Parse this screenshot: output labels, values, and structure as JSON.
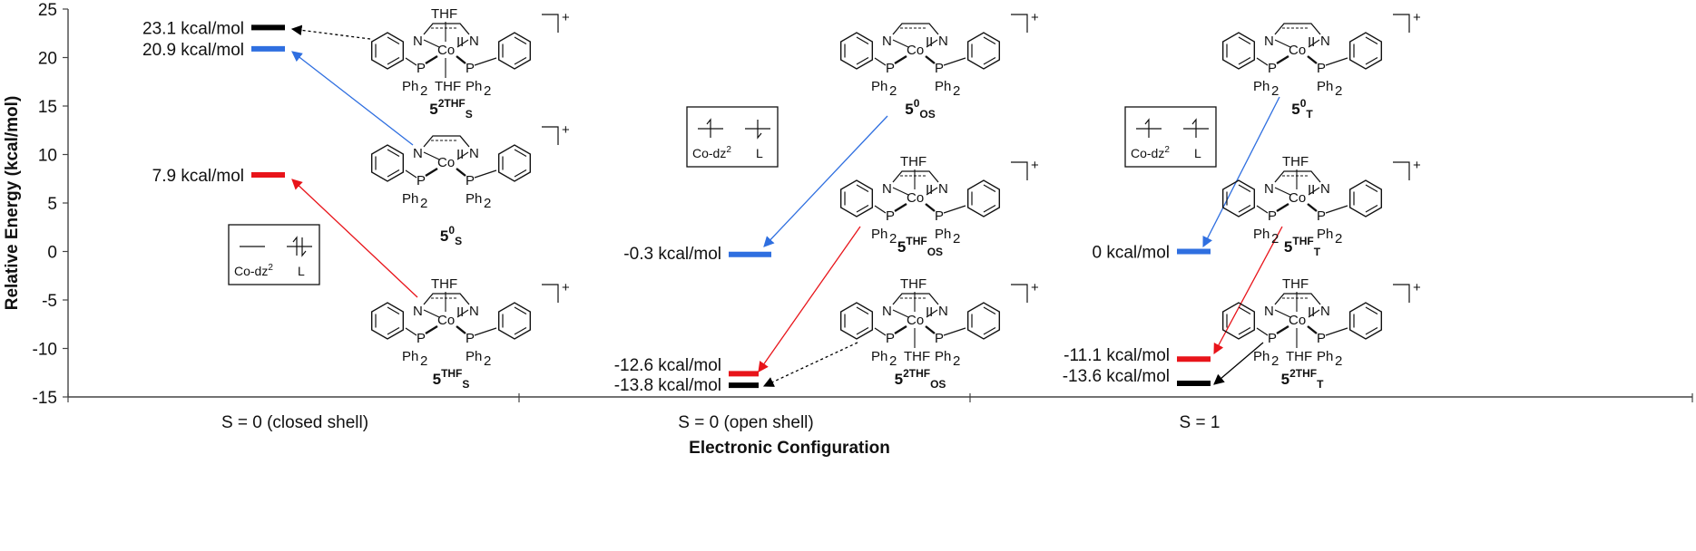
{
  "chart_data": {
    "type": "scatter",
    "title": "",
    "xlabel": "Electronic Configuration",
    "ylabel": "Relative Energy (kcal/mol)",
    "ylim": [
      -15,
      25
    ],
    "yticks": [
      25,
      20,
      15,
      10,
      5,
      0,
      -5,
      -10,
      -15
    ],
    "categories": [
      "S = 0 (closed shell)",
      "S = 0 (open shell)",
      "S = 1"
    ],
    "grid": false,
    "legend": "none",
    "levels": [
      {
        "category": 0,
        "value": 23.1,
        "label": "23.1 kcal/mol",
        "color": "#000000"
      },
      {
        "category": 0,
        "value": 20.9,
        "label": "20.9 kcal/mol",
        "color": "#2f6fe0"
      },
      {
        "category": 0,
        "value": 7.9,
        "label": "7.9 kcal/mol",
        "color": "#e8141a"
      },
      {
        "category": 1,
        "value": -0.3,
        "label": "-0.3 kcal/mol",
        "color": "#2f6fe0"
      },
      {
        "category": 1,
        "value": -12.6,
        "label": "-12.6 kcal/mol",
        "color": "#e8141a"
      },
      {
        "category": 1,
        "value": -13.8,
        "label": "-13.8 kcal/mol",
        "color": "#000000"
      },
      {
        "category": 2,
        "value": 0,
        "label": "0 kcal/mol",
        "color": "#2f6fe0"
      },
      {
        "category": 2,
        "value": -11.1,
        "label": "-11.1 kcal/mol",
        "color": "#e8141a"
      },
      {
        "category": 2,
        "value": -13.6,
        "label": "-13.6 kcal/mol",
        "color": "#000000"
      }
    ],
    "structures": [
      {
        "name": "5",
        "sup": "2THF",
        "sub": "S",
        "atoms": {
          "top": "THF",
          "bottom": "THF"
        }
      },
      {
        "name": "5",
        "sup": "0",
        "sub": "S",
        "atoms": {
          "top": "",
          "bottom": ""
        }
      },
      {
        "name": "5",
        "sup": "THF",
        "sub": "S",
        "atoms": {
          "top": "THF",
          "bottom": ""
        }
      },
      {
        "name": "5",
        "sup": "0",
        "sub": "OS",
        "atoms": {
          "top": "",
          "bottom": ""
        }
      },
      {
        "name": "5",
        "sup": "THF",
        "sub": "OS",
        "atoms": {
          "top": "THF",
          "bottom": ""
        }
      },
      {
        "name": "5",
        "sup": "2THF",
        "sub": "OS",
        "atoms": {
          "top": "THF",
          "bottom": "THF"
        }
      },
      {
        "name": "5",
        "sup": "0",
        "sub": "T",
        "atoms": {
          "top": "",
          "bottom": ""
        }
      },
      {
        "name": "5",
        "sup": "THF",
        "sub": "T",
        "atoms": {
          "top": "THF",
          "bottom": ""
        }
      },
      {
        "name": "5",
        "sup": "2THF",
        "sub": "T",
        "atoms": {
          "top": "THF",
          "bottom": "THF"
        }
      }
    ],
    "molecule_labels": {
      "n": "N",
      "co": "Co",
      "ox": "II",
      "p": "P",
      "ph": "Ph",
      "ph_sub": "2",
      "charge": "+"
    },
    "orbital_boxes": [
      {
        "label_left": "Co-dz",
        "sup": "2",
        "label_right": "L",
        "left": "empty",
        "right": "paired"
      },
      {
        "label_left": "Co-dz",
        "sup": "2",
        "label_right": "L",
        "left": "up",
        "right": "down"
      },
      {
        "label_left": "Co-dz",
        "sup": "2",
        "label_right": "L",
        "left": "up",
        "right": "up"
      }
    ]
  }
}
